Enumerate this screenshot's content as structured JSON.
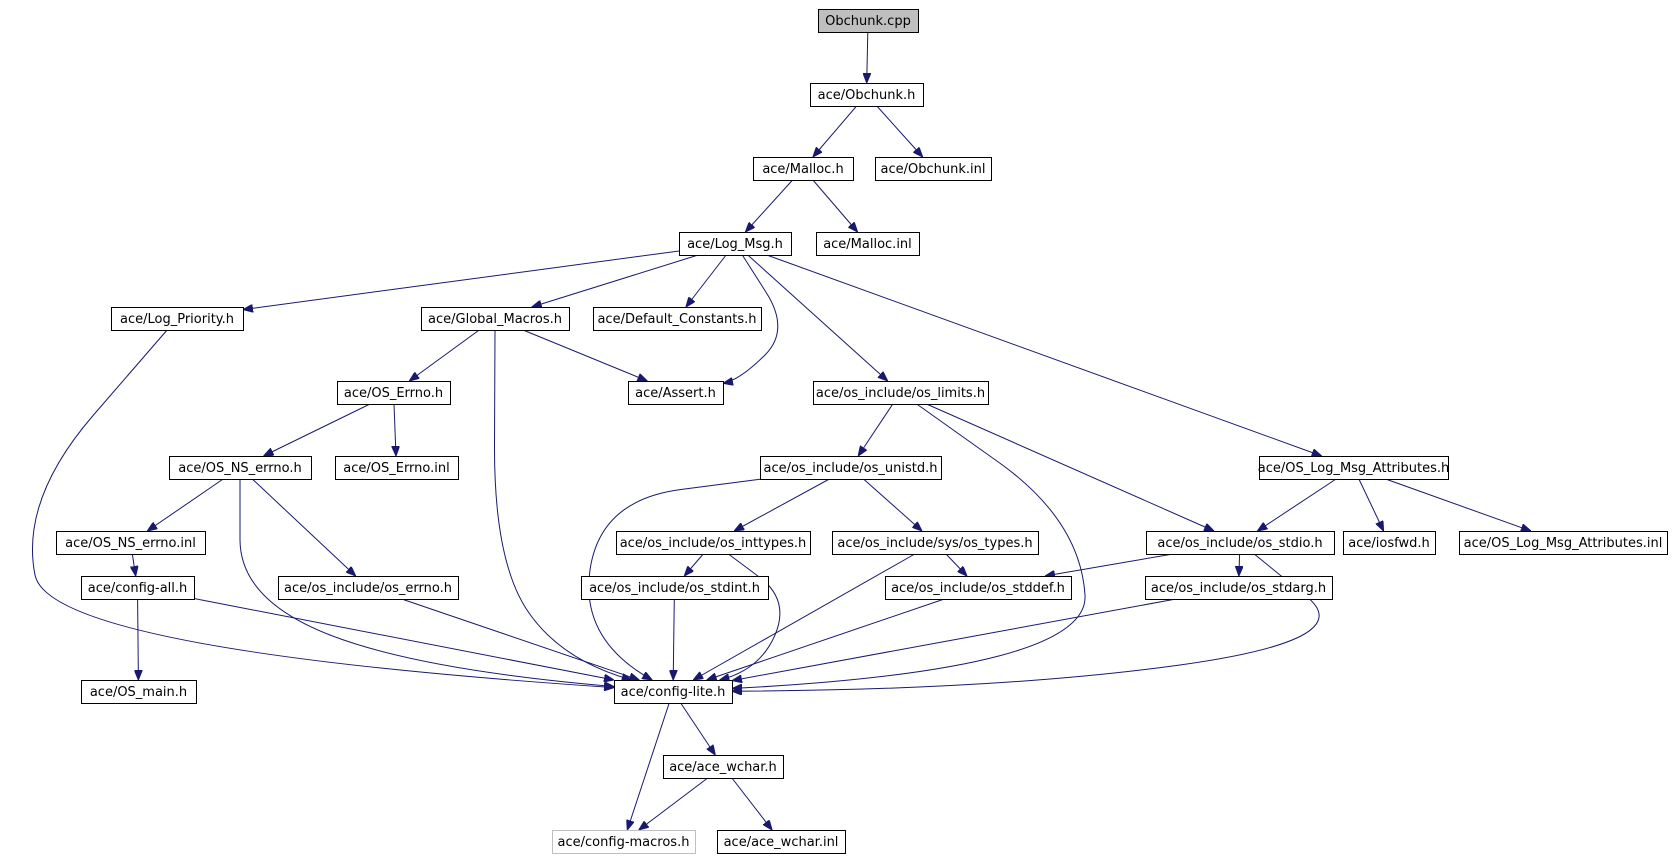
{
  "graph": {
    "nodes": [
      {
        "id": "obchunk_cpp",
        "label": "Obchunk.cpp",
        "style": "root"
      },
      {
        "id": "obchunk_h",
        "label": "ace/Obchunk.h"
      },
      {
        "id": "malloc_h",
        "label": "ace/Malloc.h"
      },
      {
        "id": "obchunk_inl",
        "label": "ace/Obchunk.inl"
      },
      {
        "id": "log_msg_h",
        "label": "ace/Log_Msg.h"
      },
      {
        "id": "malloc_inl",
        "label": "ace/Malloc.inl"
      },
      {
        "id": "log_priority_h",
        "label": "ace/Log_Priority.h"
      },
      {
        "id": "global_macros_h",
        "label": "ace/Global_Macros.h"
      },
      {
        "id": "default_constants_h",
        "label": "ace/Default_Constants.h"
      },
      {
        "id": "os_errno_h",
        "label": "ace/OS_Errno.h"
      },
      {
        "id": "assert_h",
        "label": "ace/Assert.h"
      },
      {
        "id": "os_limits_h",
        "label": "ace/os_include/os_limits.h"
      },
      {
        "id": "os_ns_errno_h",
        "label": "ace/OS_NS_errno.h"
      },
      {
        "id": "os_errno_inl",
        "label": "ace/OS_Errno.inl"
      },
      {
        "id": "os_unistd_h",
        "label": "ace/os_include/os_unistd.h"
      },
      {
        "id": "os_log_msg_attr_h",
        "label": "ace/OS_Log_Msg_Attributes.h"
      },
      {
        "id": "os_ns_errno_inl",
        "label": "ace/OS_NS_errno.inl"
      },
      {
        "id": "os_inttypes_h",
        "label": "ace/os_include/os_inttypes.h"
      },
      {
        "id": "sys_os_types_h",
        "label": "ace/os_include/sys/os_types.h"
      },
      {
        "id": "os_stdio_h",
        "label": "ace/os_include/os_stdio.h"
      },
      {
        "id": "iosfwd_h",
        "label": "ace/iosfwd.h"
      },
      {
        "id": "os_log_msg_attr_inl",
        "label": "ace/OS_Log_Msg_Attributes.inl"
      },
      {
        "id": "config_all_h",
        "label": "ace/config-all.h"
      },
      {
        "id": "os_include_errno_h",
        "label": "ace/os_include/os_errno.h"
      },
      {
        "id": "os_stdint_h",
        "label": "ace/os_include/os_stdint.h"
      },
      {
        "id": "os_stddef_h",
        "label": "ace/os_include/os_stddef.h"
      },
      {
        "id": "os_stdarg_h",
        "label": "ace/os_include/os_stdarg.h"
      },
      {
        "id": "os_main_h",
        "label": "ace/OS_main.h"
      },
      {
        "id": "config_lite_h",
        "label": "ace/config-lite.h"
      },
      {
        "id": "ace_wchar_h",
        "label": "ace/ace_wchar.h"
      },
      {
        "id": "config_macros_h",
        "label": "ace/config-macros.h",
        "style": "grey"
      },
      {
        "id": "ace_wchar_inl",
        "label": "ace/ace_wchar.inl"
      }
    ],
    "edges": [
      [
        "obchunk_cpp",
        "obchunk_h"
      ],
      [
        "obchunk_h",
        "malloc_h"
      ],
      [
        "obchunk_h",
        "obchunk_inl"
      ],
      [
        "malloc_h",
        "log_msg_h"
      ],
      [
        "malloc_h",
        "malloc_inl"
      ],
      [
        "log_msg_h",
        "log_priority_h"
      ],
      [
        "log_msg_h",
        "global_macros_h"
      ],
      [
        "log_msg_h",
        "default_constants_h"
      ],
      [
        "log_msg_h",
        "assert_h"
      ],
      [
        "log_msg_h",
        "os_limits_h"
      ],
      [
        "log_msg_h",
        "os_log_msg_attr_h"
      ],
      [
        "log_priority_h",
        "config_lite_h"
      ],
      [
        "global_macros_h",
        "os_errno_h"
      ],
      [
        "global_macros_h",
        "assert_h"
      ],
      [
        "global_macros_h",
        "config_lite_h"
      ],
      [
        "os_errno_h",
        "os_ns_errno_h"
      ],
      [
        "os_errno_h",
        "os_errno_inl"
      ],
      [
        "os_limits_h",
        "os_unistd_h"
      ],
      [
        "os_limits_h",
        "os_stdio_h"
      ],
      [
        "os_limits_h",
        "config_lite_h"
      ],
      [
        "os_ns_errno_h",
        "os_ns_errno_inl"
      ],
      [
        "os_ns_errno_h",
        "os_include_errno_h"
      ],
      [
        "os_ns_errno_h",
        "config_lite_h"
      ],
      [
        "os_unistd_h",
        "os_inttypes_h"
      ],
      [
        "os_unistd_h",
        "sys_os_types_h"
      ],
      [
        "os_unistd_h",
        "config_lite_h"
      ],
      [
        "os_log_msg_attr_h",
        "os_stdio_h"
      ],
      [
        "os_log_msg_attr_h",
        "iosfwd_h"
      ],
      [
        "os_log_msg_attr_h",
        "os_log_msg_attr_inl"
      ],
      [
        "os_ns_errno_inl",
        "config_all_h"
      ],
      [
        "os_inttypes_h",
        "os_stdint_h"
      ],
      [
        "os_inttypes_h",
        "config_lite_h"
      ],
      [
        "sys_os_types_h",
        "os_stddef_h"
      ],
      [
        "sys_os_types_h",
        "config_lite_h"
      ],
      [
        "os_stdio_h",
        "os_stddef_h"
      ],
      [
        "os_stdio_h",
        "os_stdarg_h"
      ],
      [
        "os_stdio_h",
        "config_lite_h"
      ],
      [
        "config_all_h",
        "os_main_h"
      ],
      [
        "config_all_h",
        "config_lite_h"
      ],
      [
        "os_include_errno_h",
        "config_lite_h"
      ],
      [
        "os_stdint_h",
        "config_lite_h"
      ],
      [
        "os_stddef_h",
        "config_lite_h"
      ],
      [
        "os_stdarg_h",
        "config_lite_h"
      ],
      [
        "config_lite_h",
        "ace_wchar_h"
      ],
      [
        "config_lite_h",
        "config_macros_h"
      ],
      [
        "ace_wchar_h",
        "config_macros_h"
      ],
      [
        "ace_wchar_h",
        "ace_wchar_inl"
      ]
    ]
  },
  "colors": {
    "edge": "#191970",
    "root_fill": "#bfbfbf",
    "node_border": "#000000",
    "external_border": "#bfbfbf"
  }
}
